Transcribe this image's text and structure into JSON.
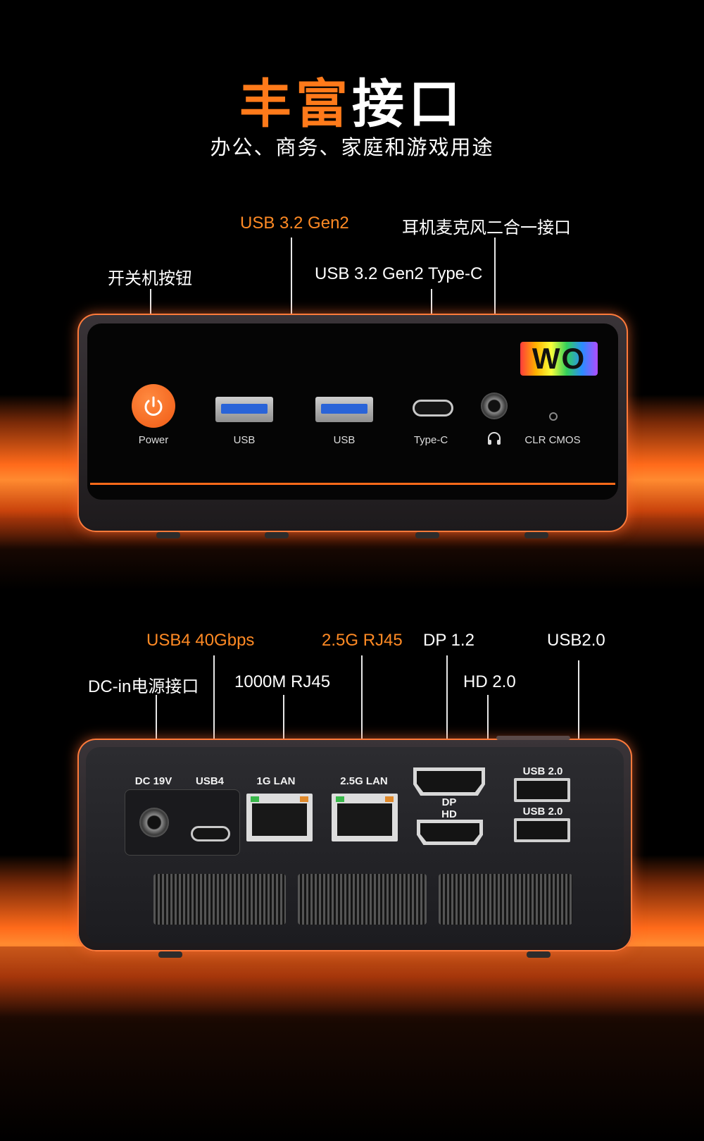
{
  "title": {
    "accent": "丰富",
    "rest": "接口"
  },
  "subtitle": "办公、商务、家庭和游戏用途",
  "front": {
    "callouts": {
      "usb32": "USB 3.2 Gen2",
      "mic": "耳机麦克风二合一接口",
      "power": "开关机按钮",
      "typec": "USB 3.2 Gen2 Type-C"
    },
    "port_labels": {
      "power": "Power",
      "usb1": "USB",
      "usb2": "USB",
      "typec": "Type-C",
      "clr": "CLR CMOS"
    },
    "logo": "WO"
  },
  "rear": {
    "callouts": {
      "usb4": "USB4 40Gbps",
      "lan25": "2.5G RJ45",
      "dp": "DP 1.2",
      "usb20": "USB2.0",
      "dcin": "DC-in电源接口",
      "lan1g": "1000M RJ45",
      "hd": "HD 2.0"
    },
    "port_labels": {
      "dc": "DC 19V",
      "usb4": "USB4",
      "lan1g": "1G LAN",
      "lan25": "2.5G LAN",
      "dp": "DP",
      "hd": "HD",
      "usb2a": "USB 2.0",
      "usb2b": "USB 2.0"
    }
  },
  "colors": {
    "accent": "#ff7a1a",
    "glow": "#ff6a1a",
    "text": "#ffffff"
  },
  "icons": [
    "power-icon",
    "headphone-icon"
  ]
}
